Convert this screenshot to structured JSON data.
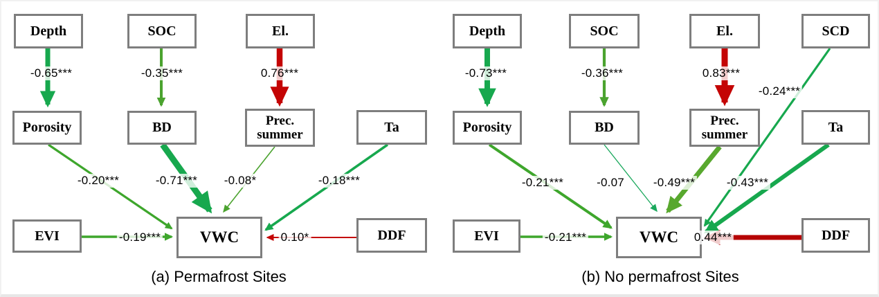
{
  "figure": {
    "description": "Path diagrams of drivers of soil volumetric water content (VWC)",
    "significance_note_symbols": [
      "*",
      "***"
    ],
    "colors": {
      "positive_path": "#c40404",
      "positive_path_strong": "#b60404",
      "negative_path_emerald": "#17a84e",
      "negative_path_yellowgreen": "#4ba32f",
      "negative_path_midgreen": "#3ea62c",
      "negative_path_olive": "#58a82e",
      "negative_path_teal": "#1aa85c",
      "box_border": "#7e7e7e"
    },
    "panels": [
      {
        "caption": "(a) Permafrost Sites",
        "nodes": {
          "depth": "Depth",
          "soc": "SOC",
          "el": "El.",
          "porosity": "Porosity",
          "bd": "BD",
          "prec_summer": "Prec. summer",
          "ta": "Ta",
          "evi": "EVI",
          "vwc": "VWC",
          "ddf": "DDF"
        },
        "edges": [
          {
            "from": "Depth",
            "to": "Porosity",
            "label": "-0.65***",
            "value": -0.65,
            "color": "#17a84e"
          },
          {
            "from": "SOC",
            "to": "BD",
            "label": "-0.35***",
            "value": -0.35,
            "color": "#4ba32f"
          },
          {
            "from": "El.",
            "to": "Prec. summer",
            "label": "0.76***",
            "value": 0.76,
            "color": "#c40404"
          },
          {
            "from": "Porosity",
            "to": "VWC",
            "label": "-0.20***",
            "value": -0.2,
            "color": "#3ea62c"
          },
          {
            "from": "BD",
            "to": "VWC",
            "label": "-0.71***",
            "value": -0.71,
            "color": "#17a84e"
          },
          {
            "from": "Prec. summer",
            "to": "VWC",
            "label": "-0.08*",
            "value": -0.08,
            "color": "#4ba32f"
          },
          {
            "from": "Ta",
            "to": "VWC",
            "label": "-0.18***",
            "value": -0.18,
            "color": "#17a84e"
          },
          {
            "from": "EVI",
            "to": "VWC",
            "label": "-0.19***",
            "value": -0.19,
            "color": "#3ea62c"
          },
          {
            "from": "DDF",
            "to": "VWC",
            "label": "0.10*",
            "value": 0.1,
            "color": "#c40404"
          }
        ]
      },
      {
        "caption": "(b) No permafrost Sites",
        "nodes": {
          "depth": "Depth",
          "soc": "SOC",
          "el": "El.",
          "scd": "SCD",
          "porosity": "Porosity",
          "bd": "BD",
          "prec_summer": "Prec. summer",
          "ta": "Ta",
          "evi": "EVI",
          "vwc": "VWC",
          "ddf": "DDF"
        },
        "edges": [
          {
            "from": "Depth",
            "to": "Porosity",
            "label": "-0.73***",
            "value": -0.73,
            "color": "#17a84e"
          },
          {
            "from": "SOC",
            "to": "BD",
            "label": "-0.36***",
            "value": -0.36,
            "color": "#4ba32f"
          },
          {
            "from": "El.",
            "to": "Prec. summer",
            "label": "0.83***",
            "value": 0.83,
            "color": "#c40404"
          },
          {
            "from": "SCD",
            "to": "VWC",
            "label": "-0.24***",
            "value": -0.24,
            "color": "#17a84e"
          },
          {
            "from": "Porosity",
            "to": "VWC",
            "label": "-0.21***",
            "value": -0.21,
            "color": "#3ea62c"
          },
          {
            "from": "BD",
            "to": "VWC",
            "label": "-0.07",
            "value": -0.07,
            "color": "#1aa85c"
          },
          {
            "from": "Prec. summer",
            "to": "VWC",
            "label": "-0.49***",
            "value": -0.49,
            "color": "#58a82e"
          },
          {
            "from": "Ta",
            "to": "VWC",
            "label": "-0.43***",
            "value": -0.43,
            "color": "#17a84e"
          },
          {
            "from": "EVI",
            "to": "VWC",
            "label": "-0.21***",
            "value": -0.21,
            "color": "#3ea62c"
          },
          {
            "from": "DDF",
            "to": "VWC",
            "label": "0.44***",
            "value": 0.44,
            "color": "#b60404"
          }
        ]
      }
    ]
  }
}
